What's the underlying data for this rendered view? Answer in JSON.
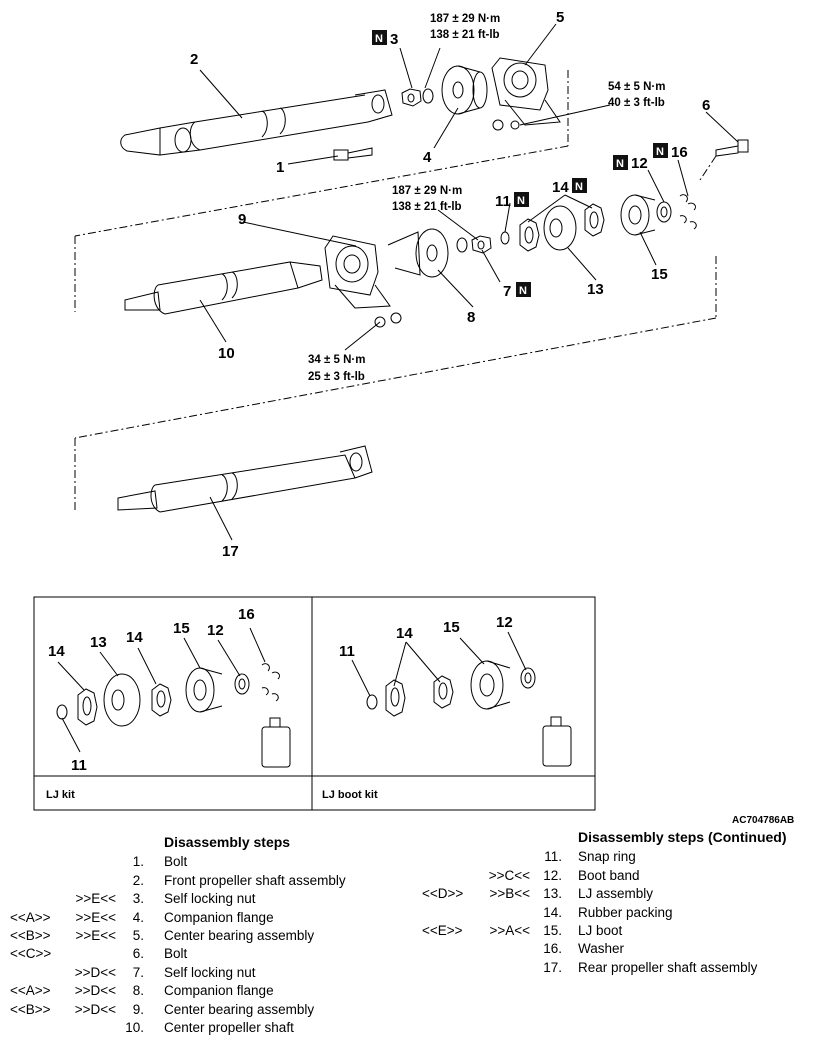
{
  "diagram": {
    "part_numbers": {
      "n1": "1",
      "n2": "2",
      "n3": "3",
      "n4": "4",
      "n5": "5",
      "n6": "6",
      "n7": "7",
      "n8": "8",
      "n9": "9",
      "n10": "10",
      "n11": "11",
      "n12": "12",
      "n13": "13",
      "n14": "14",
      "n15": "15",
      "n16": "16",
      "n17": "17"
    },
    "n_mark": "N",
    "torques": {
      "t1_nm": "187 ± 29 N·m",
      "t1_ft": "138 ± 21 ft-lb",
      "t2_nm": "54 ± 5 N·m",
      "t2_ft": "40 ± 3 ft-lb",
      "t3_nm": "187 ± 29 N·m",
      "t3_ft": "138 ± 21 ft-lb",
      "t4_nm": "34 ± 5 N·m",
      "t4_ft": "25 ± 3 ft-lb"
    },
    "kits": {
      "lj_kit": "LJ kit",
      "lj_boot_kit": "LJ boot kit",
      "lj_kit_numbers": {
        "a": "14",
        "b": "13",
        "c": "14",
        "d": "15",
        "e": "12",
        "f": "16",
        "g": "11"
      },
      "lj_boot_kit_numbers": {
        "a": "11",
        "b": "14",
        "c": "15",
        "d": "12"
      }
    },
    "reference": "AC704786AB"
  },
  "steps_left": {
    "title": "Disassembly steps",
    "rows": [
      {
        "a": "",
        "b": "",
        "n": "1.",
        "t": "Bolt"
      },
      {
        "a": "",
        "b": "",
        "n": "2.",
        "t": "Front propeller shaft assembly"
      },
      {
        "a": "",
        "b": ">>E<<",
        "n": "3.",
        "t": "Self locking nut"
      },
      {
        "a": "<<A>>",
        "b": ">>E<<",
        "n": "4.",
        "t": "Companion flange"
      },
      {
        "a": "<<B>>",
        "b": ">>E<<",
        "n": "5.",
        "t": "Center bearing assembly"
      },
      {
        "a": "<<C>>",
        "b": "",
        "n": "6.",
        "t": "Bolt"
      },
      {
        "a": "",
        "b": ">>D<<",
        "n": "7.",
        "t": "Self locking nut"
      },
      {
        "a": "<<A>>",
        "b": ">>D<<",
        "n": "8.",
        "t": "Companion flange"
      },
      {
        "a": "<<B>>",
        "b": ">>D<<",
        "n": "9.",
        "t": "Center bearing assembly"
      },
      {
        "a": "",
        "b": "",
        "n": "10.",
        "t": "Center propeller shaft"
      }
    ]
  },
  "steps_right": {
    "title": "Disassembly steps (Continued)",
    "rows": [
      {
        "a": "",
        "b": "",
        "n": "11.",
        "t": "Snap ring"
      },
      {
        "a": "",
        "b": ">>C<<",
        "n": "12.",
        "t": "Boot band"
      },
      {
        "a": "<<D>>",
        "b": ">>B<<",
        "n": "13.",
        "t": "LJ assembly"
      },
      {
        "a": "",
        "b": "",
        "n": "14.",
        "t": "Rubber packing"
      },
      {
        "a": "<<E>>",
        "b": ">>A<<",
        "n": "15.",
        "t": "LJ boot"
      },
      {
        "a": "",
        "b": "",
        "n": "16.",
        "t": "Washer"
      },
      {
        "a": "",
        "b": "",
        "n": "17.",
        "t": "Rear propeller shaft assembly"
      }
    ]
  },
  "colors": {
    "ink": "#000000",
    "background": "#ffffff",
    "tag": "#111111"
  }
}
